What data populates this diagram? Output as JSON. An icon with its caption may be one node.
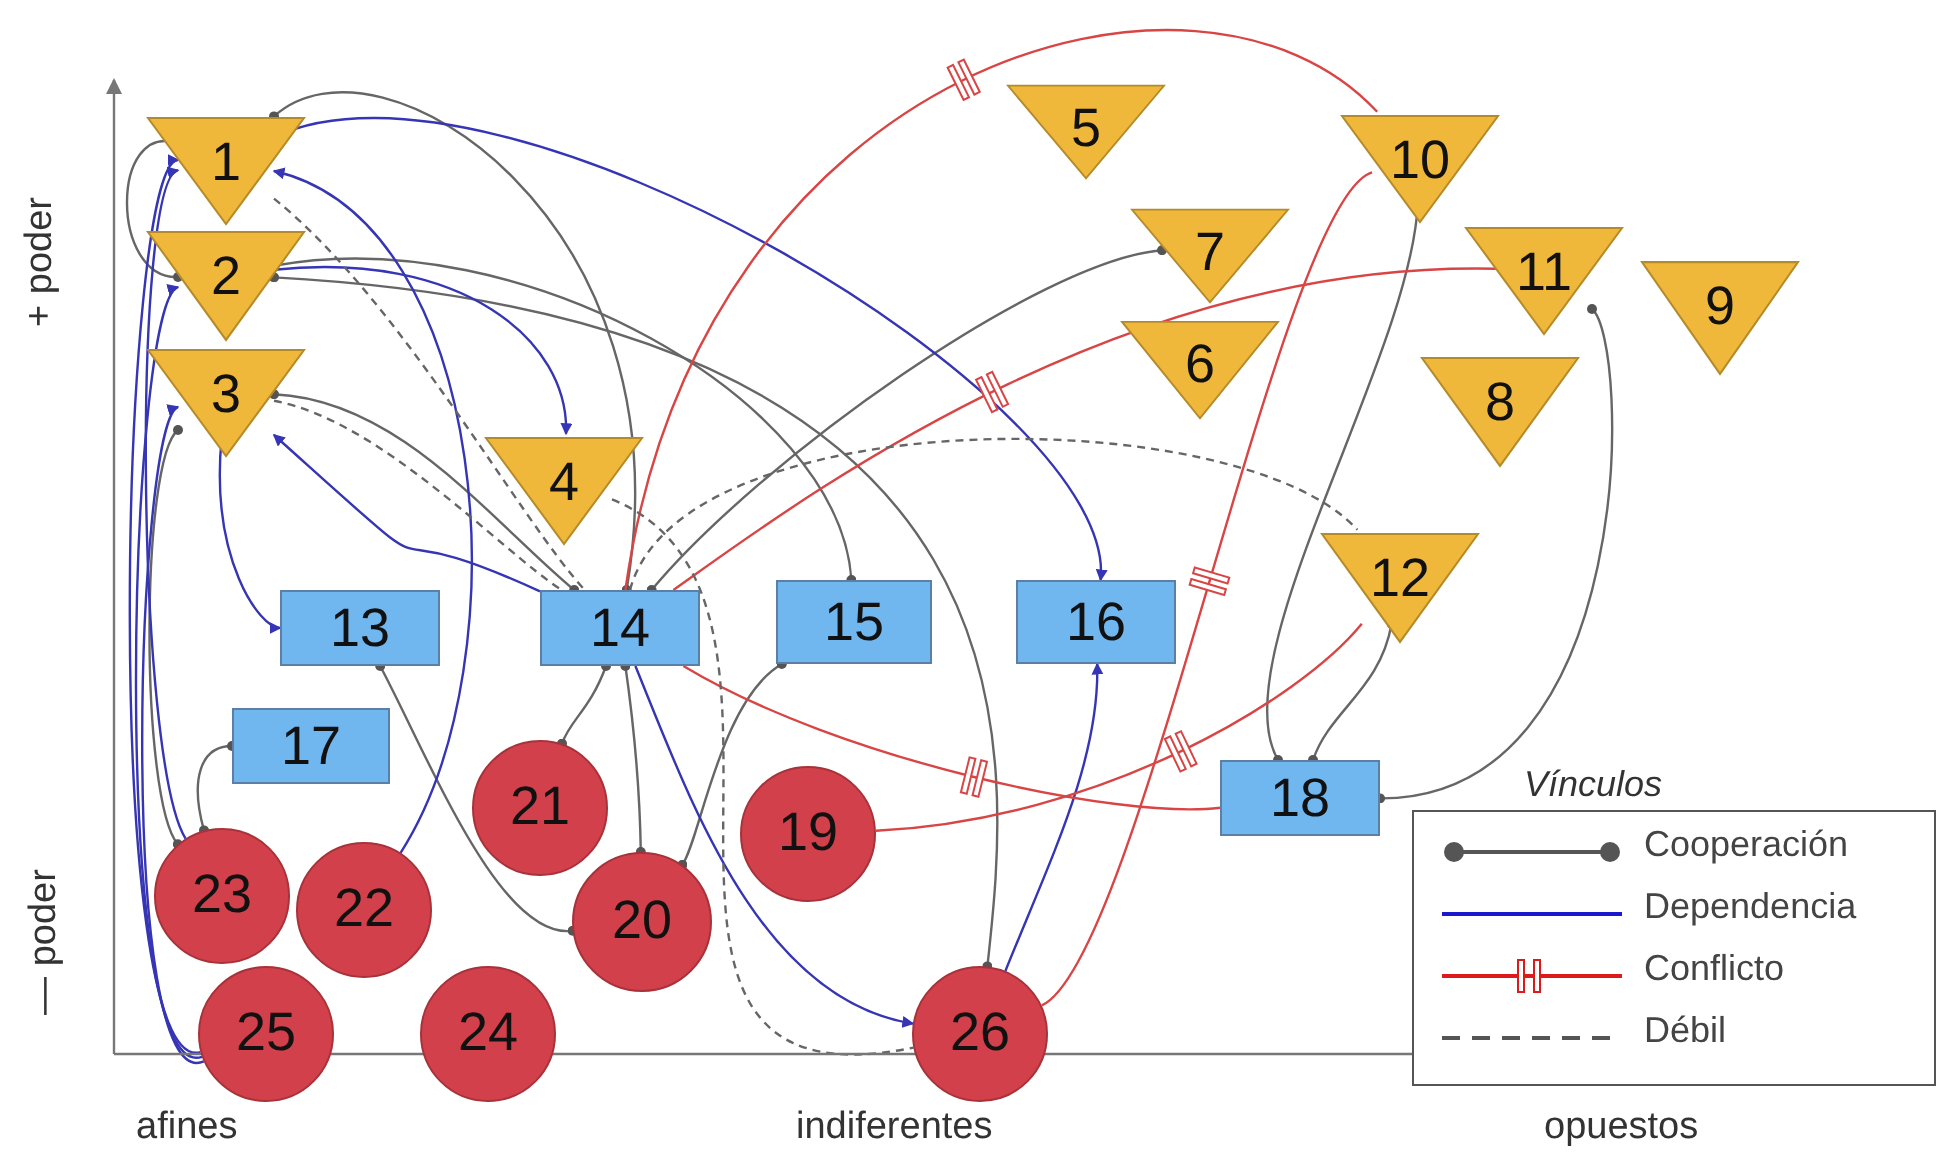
{
  "diagram": {
    "nodes": [
      {
        "text": [
          "1"
        ]
      },
      {
        "text": [
          "2"
        ]
      },
      {
        "text": [
          "3"
        ]
      },
      {
        "text": [
          "4"
        ]
      },
      {
        "text": [
          "5"
        ]
      },
      {
        "text": [
          "7"
        ]
      },
      {
        "text": [
          "6"
        ]
      },
      {
        "text": [
          "10"
        ]
      },
      {
        "text": [
          "11"
        ]
      },
      {
        "text": [
          "9"
        ]
      },
      {
        "text": [
          "8"
        ]
      },
      {
        "text": [
          "12"
        ]
      },
      {
        "text": [
          "13"
        ]
      },
      {
        "text": [
          "14"
        ]
      },
      {
        "text": [
          "15"
        ]
      },
      {
        "text": [
          "16"
        ]
      },
      {
        "text": [
          "17"
        ]
      },
      {
        "text": [
          "18"
        ]
      },
      {
        "text": [
          "21"
        ]
      },
      {
        "text": [
          "19"
        ]
      },
      {
        "text": [
          "23"
        ]
      },
      {
        "text": [
          "22"
        ]
      },
      {
        "text": [
          "20"
        ]
      },
      {
        "text": [
          "25"
        ]
      },
      {
        "text": [
          "24"
        ]
      },
      {
        "text": [
          "26"
        ]
      }
    ],
    "edges": [
      {
        "from": 0,
        "to": 1,
        "arrow": "other"
      },
      {
        "from": 0,
        "to": 13,
        "arrow": "other"
      },
      {
        "from": 1,
        "to": 14,
        "arrow": "other"
      },
      {
        "from": 2,
        "to": 13,
        "arrow": "other"
      },
      {
        "from": 20,
        "to": 16,
        "arrow": "other"
      },
      {
        "from": 20,
        "to": 2,
        "arrow": "other"
      },
      {
        "from": 13,
        "to": 18,
        "arrow": "other"
      },
      {
        "from": 13,
        "to": 5,
        "arrow": "other"
      },
      {
        "from": 7,
        "to": 17,
        "arrow": "other"
      },
      {
        "from": 11,
        "to": 17,
        "arrow": "other"
      },
      {
        "from": 8,
        "to": 17,
        "arrow": "other"
      },
      {
        "from": 22,
        "to": 13,
        "arrow": "other"
      },
      {
        "from": 12,
        "to": 22,
        "arrow": "other"
      },
      {
        "from": 22,
        "to": 14,
        "arrow": "other"
      },
      {
        "from": 25,
        "to": 1,
        "arrow": "other"
      },
      {
        "from": 0,
        "to": 15,
        "arrow": "to",
        "color": "#3535b5"
      },
      {
        "from": 1,
        "to": 3,
        "arrow": "to",
        "color": "#3535b5"
      },
      {
        "from": 2,
        "to": 12,
        "arrow": "to",
        "color": "#3535b5"
      },
      {
        "from": 21,
        "to": 0,
        "arrow": "to",
        "color": "#3535b5"
      },
      {
        "from": 23,
        "to": 0,
        "arrow": "to",
        "color": "#3535b5"
      },
      {
        "from": 23,
        "to": 1,
        "arrow": "to",
        "color": "#3535b5"
      },
      {
        "from": 23,
        "to": 2,
        "arrow": "to",
        "color": "#3535b5"
      },
      {
        "from": 20,
        "to": 0,
        "arrow": "to",
        "color": "#3535b5"
      },
      {
        "from": 13,
        "to": 25,
        "arrow": "to",
        "color": "#3535b5"
      },
      {
        "from": 25,
        "to": 15,
        "arrow": "to",
        "color": "#3535b5"
      },
      {
        "from": 13,
        "to": 2,
        "arrow": "to",
        "color": "#3535b5"
      },
      {
        "from": 13,
        "to": 7,
        "arrow": "none",
        "color": "#d94545"
      },
      {
        "from": 13,
        "to": 8,
        "arrow": "none",
        "color": "#d94545"
      },
      {
        "from": 13,
        "to": 17,
        "arrow": "none",
        "color": "#d94545"
      },
      {
        "from": 19,
        "to": 11,
        "arrow": "none",
        "color": "#d94545"
      },
      {
        "from": 25,
        "to": 7,
        "arrow": "none",
        "color": "#d94545"
      },
      {
        "from": 0,
        "to": 13,
        "arrow": "none",
        "style": "dashed"
      },
      {
        "from": 2,
        "to": 13,
        "arrow": "none",
        "style": "dashed"
      },
      {
        "from": 3,
        "to": 25,
        "arrow": "none",
        "style": "dashed"
      },
      {
        "from": 13,
        "to": 11,
        "arrow": "none",
        "style": "dashed"
      }
    ],
    "labels": [
      "+ poder",
      "— poder",
      "afines",
      "indiferentes",
      "opuestos",
      "Vínculos"
    ],
    "legend": [
      {
        "text": "Cooperación"
      },
      {
        "text": "Dependencia"
      },
      {
        "text": "Conflicto"
      },
      {
        "text": "Débil"
      }
    ]
  }
}
